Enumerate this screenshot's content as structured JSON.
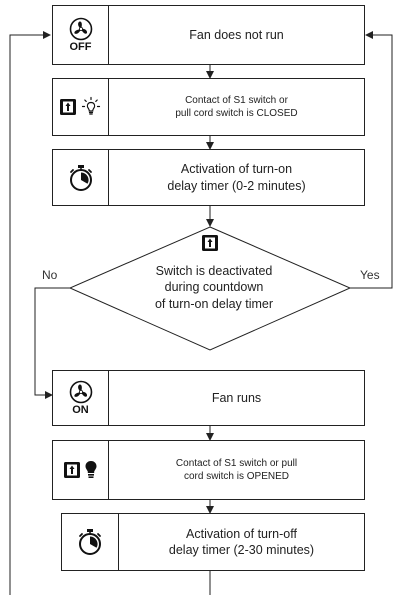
{
  "steps": {
    "fan_off": {
      "icon_label": "OFF",
      "text": "Fan does not run",
      "icons": [
        "fan-icon"
      ]
    },
    "contact_closed": {
      "text": "Contact of S1 switch or\npull cord switch is CLOSED",
      "icons": [
        "switch-icon",
        "lamp-on-icon"
      ]
    },
    "turn_on_timer": {
      "text": "Activation of turn-on\ndelay timer (0-2 minutes)",
      "icons": [
        "stopwatch-icon"
      ]
    },
    "decision": {
      "text": "Switch is deactivated\nduring countdown\nof turn-on delay timer",
      "icons": [
        "switch-icon"
      ],
      "no_label": "No",
      "yes_label": "Yes"
    },
    "fan_on": {
      "icon_label": "ON",
      "text": "Fan runs",
      "icons": [
        "fan-icon"
      ]
    },
    "contact_opened": {
      "text": "Contact of S1 switch or pull\ncord switch is OPENED",
      "icons": [
        "switch-icon",
        "lamp-off-icon"
      ]
    },
    "turn_off_timer": {
      "text": "Activation of turn-off\ndelay timer (2-30 minutes)",
      "icons": [
        "stopwatch-icon"
      ]
    }
  },
  "colors": {
    "line": "#222222",
    "icon": "#111111"
  }
}
